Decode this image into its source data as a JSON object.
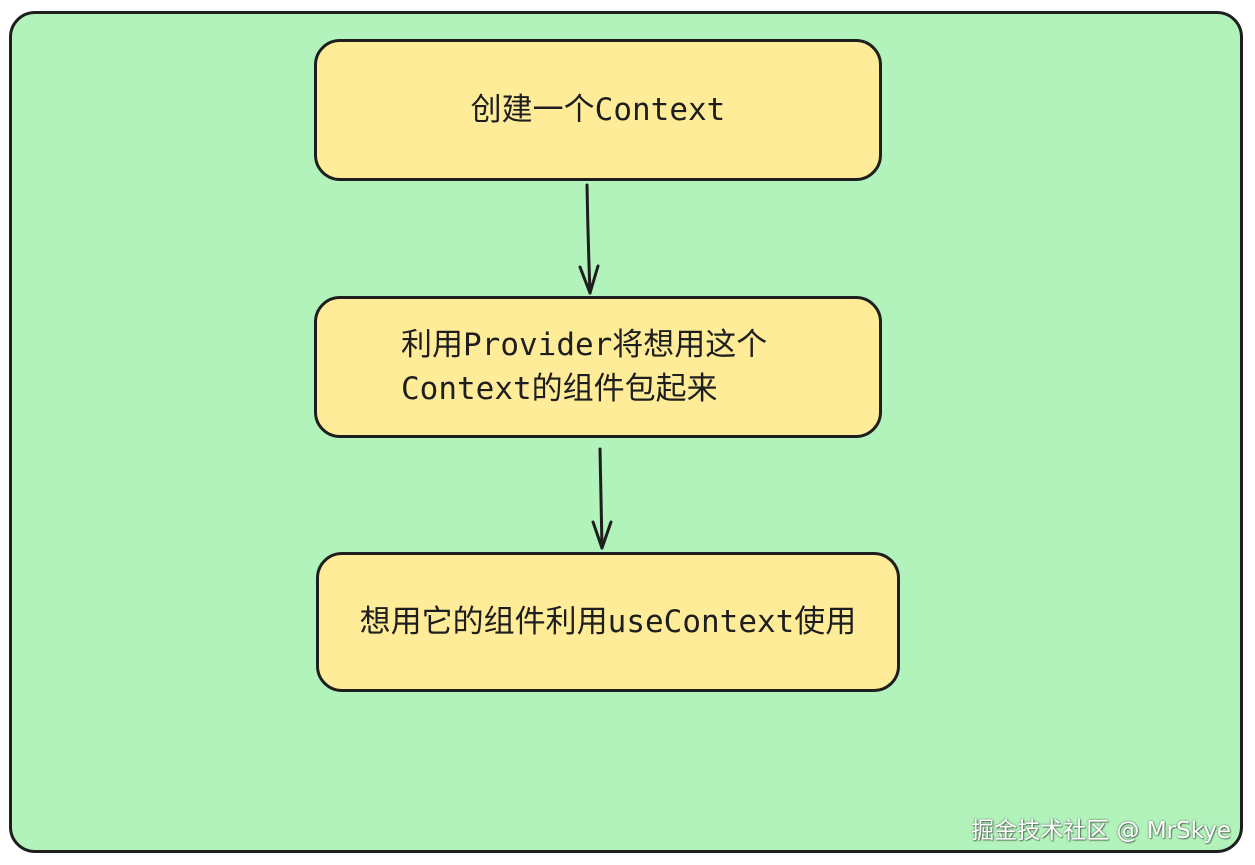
{
  "diagram": {
    "nodes": [
      {
        "id": "step-1",
        "lines": [
          "创建一个Context"
        ]
      },
      {
        "id": "step-2",
        "lines": [
          "利用Provider将想用这个",
          "Context的组件包起来"
        ]
      },
      {
        "id": "step-3",
        "lines": [
          "想用它的组件利用useContext使用"
        ]
      }
    ],
    "edges": [
      {
        "from": "step-1",
        "to": "step-2"
      },
      {
        "from": "step-2",
        "to": "step-3"
      }
    ]
  },
  "watermark": "掘金技术社区 @ MrSkye",
  "colors": {
    "canvas_fill": "#b2f2bb",
    "node_fill": "#ffec99",
    "stroke": "#1e1e1e",
    "watermark": "#ffffff"
  }
}
